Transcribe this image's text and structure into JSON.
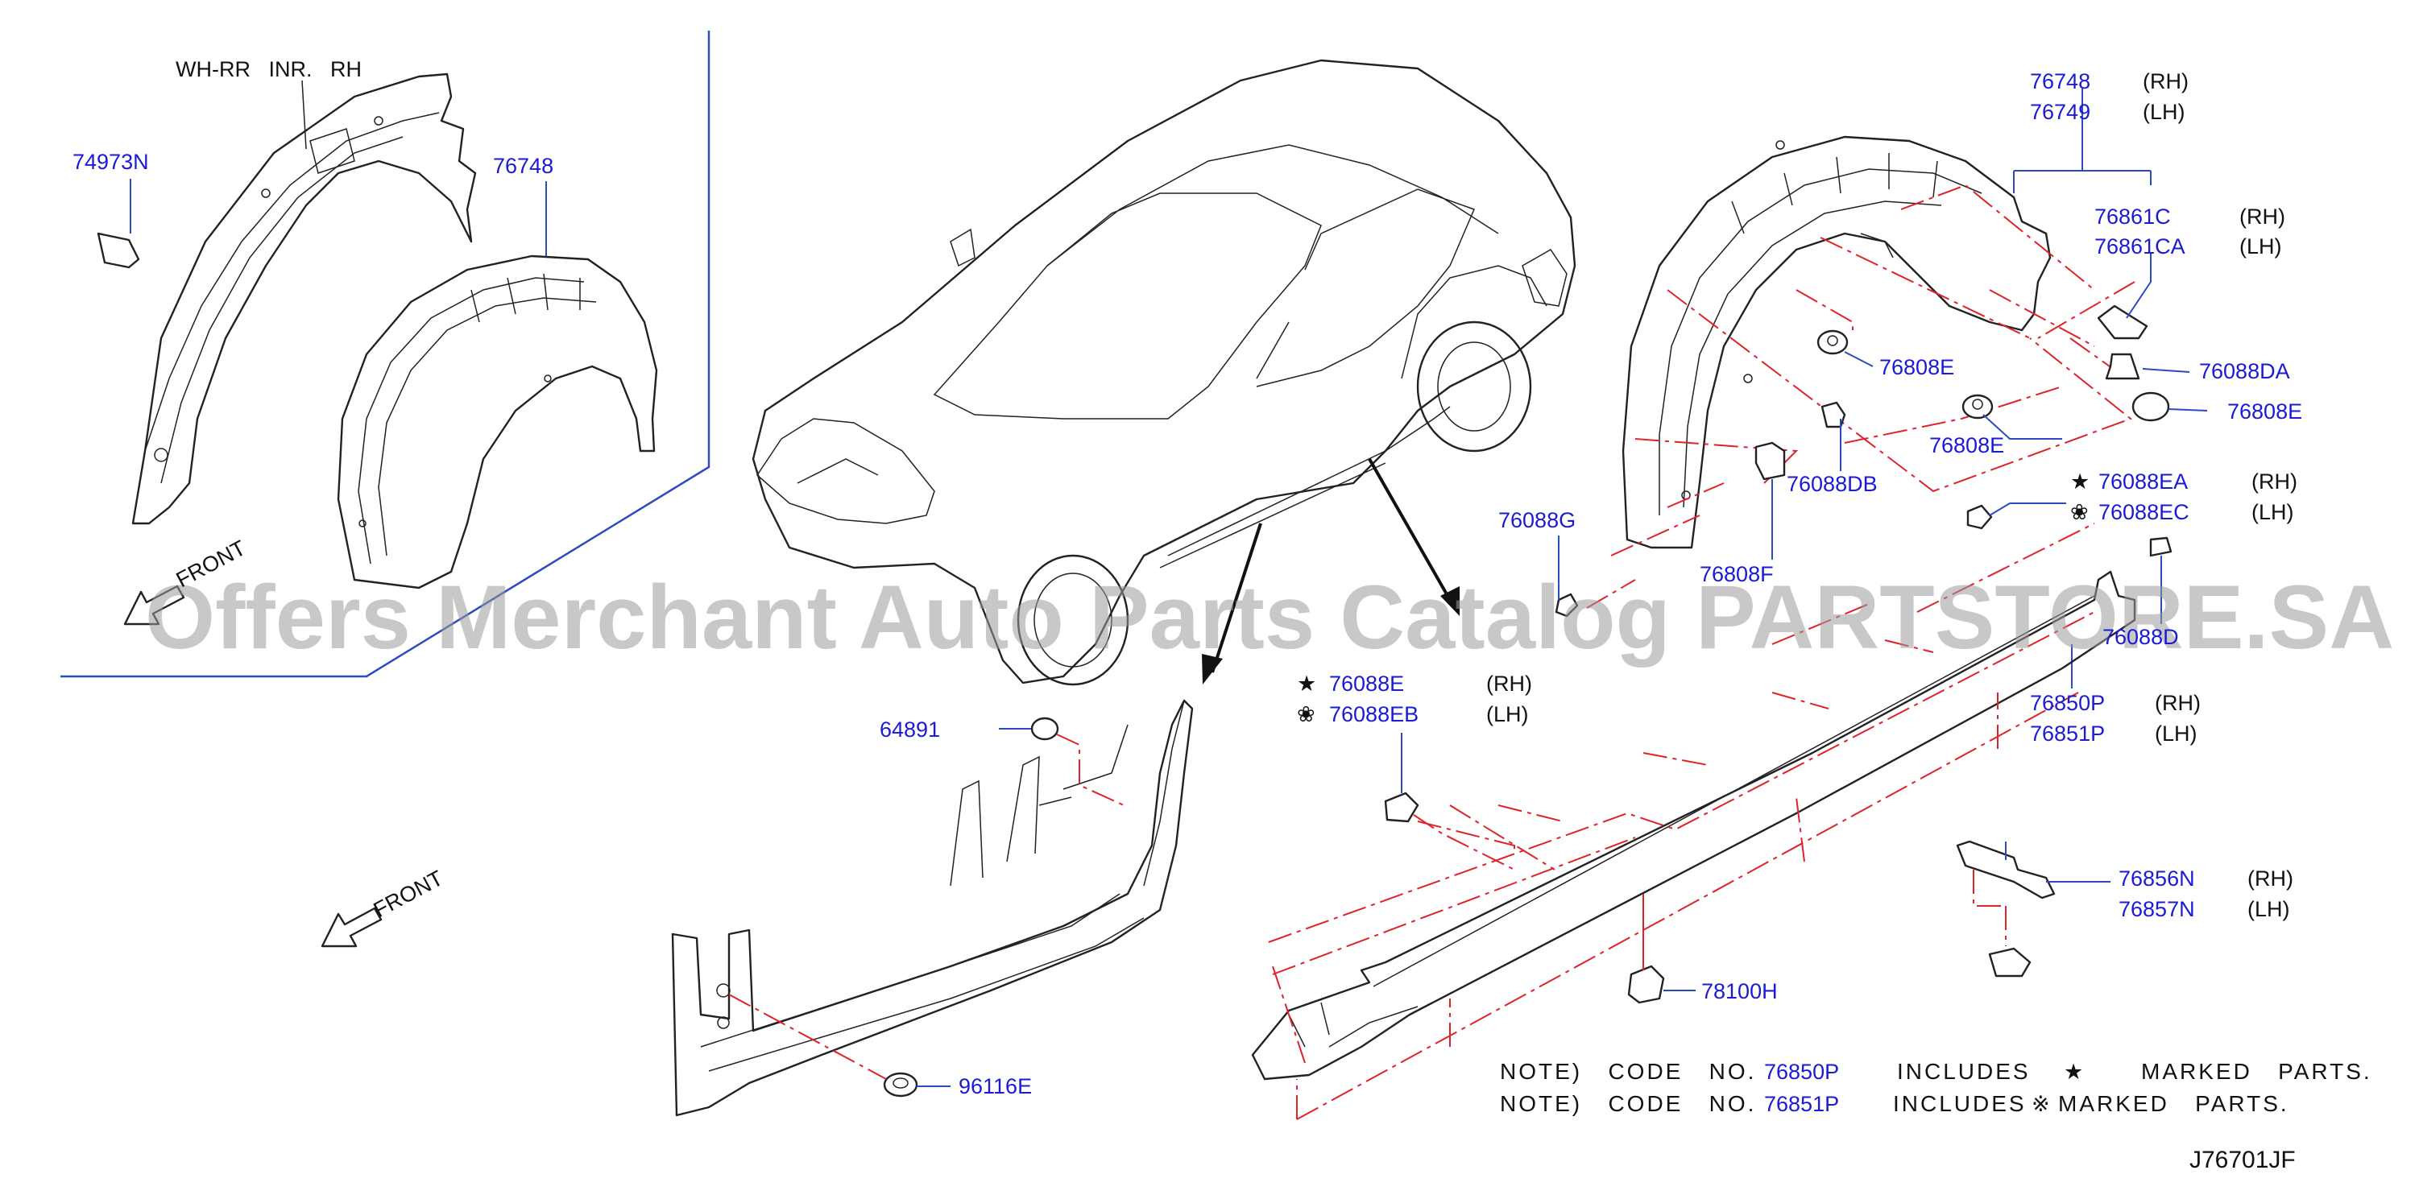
{
  "watermark": "Offers Merchant Auto Parts Catalog PARTSTORE.SA",
  "diagram_code": "J76701JF",
  "inset": {
    "header_label": "WH-RR   INR.   RH",
    "front_label": "FRONT",
    "part_74973N": "74973N",
    "part_76748": "76748"
  },
  "front_label_main": "FRONT",
  "callouts": {
    "p76748": "76748",
    "p76749": "76749",
    "p76861C": "76861C",
    "p76861CA": "76861CA",
    "p76808E_a": "76808E",
    "p76088DA": "76088DA",
    "p76808E_b": "76808E",
    "p76808E_c": "76808E",
    "p76088DB": "76088DB",
    "p76088EA": "76088EA",
    "p76088EC": "76088EC",
    "p76088G": "76088G",
    "p76808F": "76808F",
    "p76088D": "76088D",
    "p76850P": "76850P",
    "p76851P": "76851P",
    "p76088E": "76088E",
    "p76088EB": "76088EB",
    "p64891": "64891",
    "p76856N": "76856N",
    "p76857N": "76857N",
    "p78100H": "78100H",
    "p96116E": "96116E"
  },
  "side_labels": {
    "rh": "(RH)",
    "lh": "(LH)"
  },
  "notes": {
    "row1": {
      "prefix": "NOTE)   CODE   NO.",
      "code": "76850P",
      "text": "INCLUDES",
      "mark": "★",
      "suffix": "MARKED   PARTS."
    },
    "row2": {
      "prefix": "NOTE)   CODE   NO.",
      "code": "76851P",
      "text": "INCLUDES",
      "mark": "※",
      "suffix": "MARKED   PARTS."
    }
  },
  "symbols": {
    "star": "★",
    "flower": "❀"
  },
  "colors": {
    "callout": "#1a1ad8",
    "phantom_lines": "#e0222a",
    "leader": "#2b4bbf",
    "line_art": "#222222"
  }
}
